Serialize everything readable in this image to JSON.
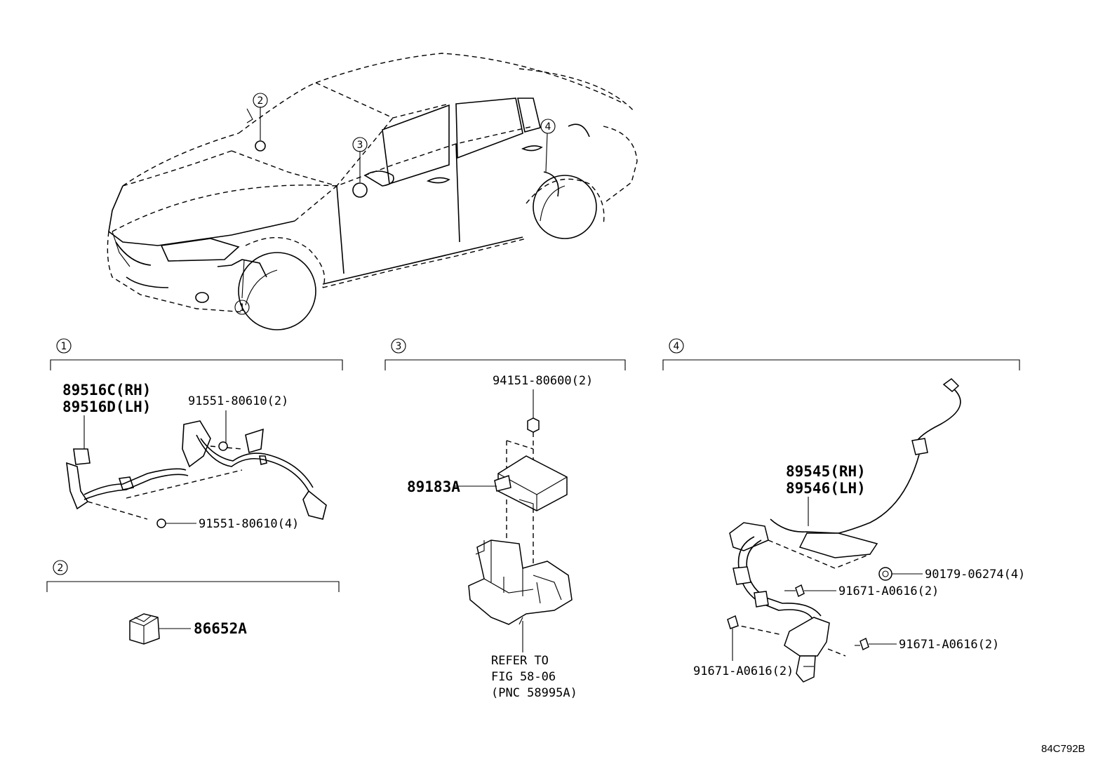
{
  "callouts": [
    "1",
    "2",
    "3",
    "4"
  ],
  "section1": {
    "number": "1",
    "part_a": "89516C(RH)",
    "part_b": "89516D(LH)",
    "bolt_top": "91551-80610(2)",
    "bolt_bottom": "91551-80610(4)"
  },
  "section2": {
    "number": "2",
    "part": "86652A"
  },
  "section3": {
    "number": "3",
    "nut": "94151-80600(2)",
    "part": "89183A",
    "refer_line1": "REFER TO",
    "refer_line2": "FIG 58-06",
    "refer_line3": "(PNC 58995A)"
  },
  "section4": {
    "number": "4",
    "part_a": "89545(RH)",
    "part_b": "89546(LH)",
    "clip": "90179-06274(4)",
    "bolt_a": "91671-A0616(2)",
    "bolt_b": "91671-A0616(2)",
    "bolt_c": "91671-A0616(2)"
  },
  "figure_code": "84C792B"
}
